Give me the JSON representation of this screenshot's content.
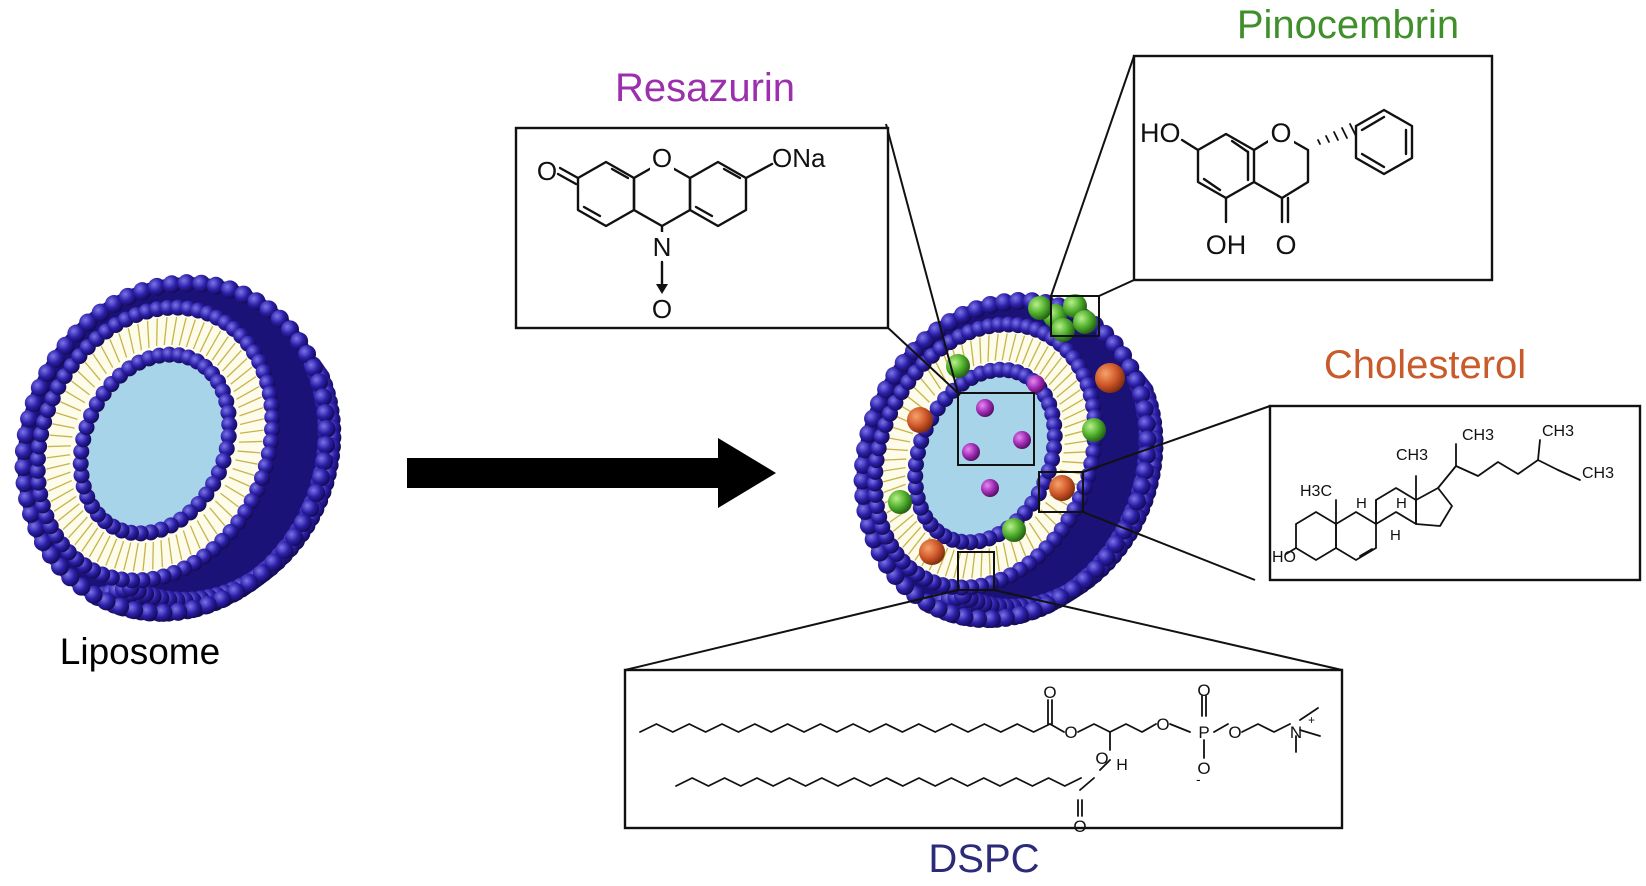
{
  "labels": {
    "liposome": "Liposome",
    "resazurin": "Resazurin",
    "pinocembrin": "Pinocembrin",
    "cholesterol": "Cholesterol",
    "dspc": "DSPC"
  },
  "colors": {
    "resazurin": "#9b2fae",
    "pinocembrin": "#3f8f2b",
    "cholesterol": "#c95a2a",
    "dspc": "#2b2b7a",
    "lipid_head": "#2b1fa8",
    "aqueous_core": "#a8d4ea",
    "lipid_tail": "#c8b44a",
    "arrow": "#000000"
  },
  "structures": {
    "resazurin": {
      "o_left": "O",
      "o_ring": "O",
      "ona": "ONa",
      "n": "N",
      "o_bottom": "O"
    },
    "pinocembrin": {
      "ho": "HO",
      "oh": "OH",
      "o_ring": "O",
      "o_keto": "O"
    },
    "cholesterol": {
      "ch3_a": "CH3",
      "ch3_b": "CH3",
      "ch3_c": "CH3",
      "ch3_d": "CH3",
      "h3c": "H3C",
      "h1": "H",
      "h2": "H",
      "h3": "H",
      "ho": "HO"
    },
    "dspc": {
      "o1": "O",
      "o2": "O",
      "o3": "O",
      "o4": "O",
      "o5": "O",
      "o6": "O",
      "o7": "O",
      "o8": "O",
      "p": "P",
      "h": "H",
      "n": "N"
    }
  },
  "icons": {
    "arrow": "right-arrow-icon",
    "liposome": "liposome-icon",
    "loaded_liposome": "loaded-liposome-icon"
  }
}
